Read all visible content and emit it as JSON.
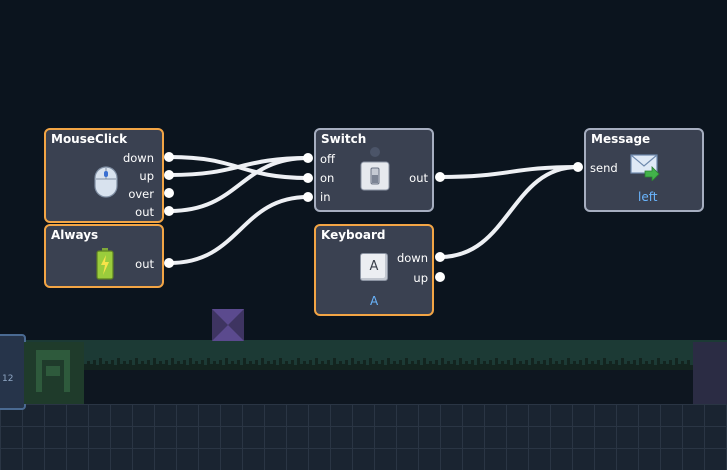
{
  "nodes": {
    "mouseclick": {
      "title": "MouseClick",
      "outputs": [
        "down",
        "up",
        "over",
        "out"
      ]
    },
    "always": {
      "title": "Always",
      "outputs": [
        "out"
      ]
    },
    "switch": {
      "title": "Switch",
      "inputs": [
        "off",
        "on",
        "in"
      ],
      "outputs": [
        "out"
      ]
    },
    "keyboard": {
      "title": "Keyboard",
      "outputs": [
        "down",
        "up"
      ],
      "key_label": "A",
      "key_cap": "A"
    },
    "message": {
      "title": "Message",
      "inputs": [
        "send"
      ],
      "value": "left"
    }
  },
  "background": {
    "block_number": "12"
  },
  "colors": {
    "canvas": "#0b141e",
    "node_fill": "#3a4151",
    "selected_border": "#f3a545",
    "node_border": "#a6aec0",
    "wire": "#eef0f4",
    "value_text": "#6ab6ff"
  },
  "icons": {
    "mouseclick": "mouse-icon",
    "always": "battery-icon",
    "switch": "toggle-switch-icon",
    "keyboard": "key-icon",
    "message": "envelope-icon"
  }
}
